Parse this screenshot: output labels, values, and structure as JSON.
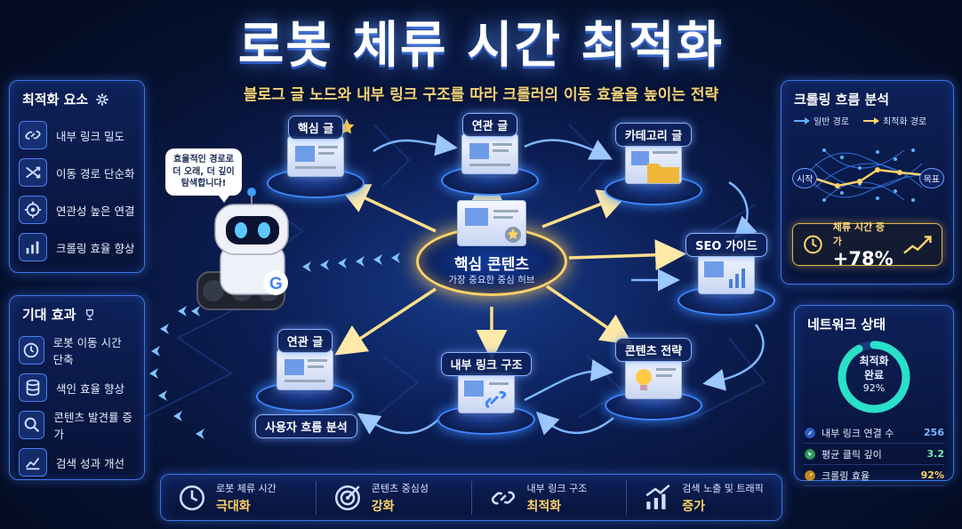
{
  "title": "로봇 체류 시간 최적화",
  "subtitle": "블로그 글 노드와 내부 링크 구조를 따라 크롤러의 이동 효율을 높이는 전략",
  "left_top_panel": {
    "title": "최적화 요소",
    "items": [
      {
        "label": "내부 링크 밀도",
        "icon": "link-icon"
      },
      {
        "label": "이동 경로 단순화",
        "icon": "shuffle-icon"
      },
      {
        "label": "연관성 높은 연결",
        "icon": "target-icon"
      },
      {
        "label": "크롤링 효율 향상",
        "icon": "bar-chart-icon"
      }
    ]
  },
  "left_bottom_panel": {
    "title": "기대 효과",
    "items": [
      {
        "label": "로봇 이동 시간 단축",
        "icon": "clock-icon"
      },
      {
        "label": "색인 효율 향상",
        "icon": "database-icon"
      },
      {
        "label": "콘텐츠 발견률 증가",
        "icon": "search-icon"
      },
      {
        "label": "검색 성과 개선",
        "icon": "line-chart-icon"
      }
    ]
  },
  "robot_bubble": "효율적인 경로로 더 오래, 더 깊이 탐색합니다!",
  "hub": {
    "title": "핵심 콘텐츠",
    "subtitle": "가장 중요한 중심 허브"
  },
  "nodes": [
    {
      "id": "core",
      "label": "핵심 글"
    },
    {
      "id": "related-top",
      "label": "연관 글"
    },
    {
      "id": "category",
      "label": "카테고리 글"
    },
    {
      "id": "seo",
      "label": "SEO 가이드"
    },
    {
      "id": "strategy",
      "label": "콘텐츠 전략"
    },
    {
      "id": "internal",
      "label": "내부 링크 구조"
    },
    {
      "id": "related-bottom",
      "label": "연관 글"
    },
    {
      "id": "user-flow",
      "label": "사용자 흐름 분석"
    }
  ],
  "crawl_panel": {
    "title": "크롤링 흐름 분석",
    "legend_normal": "일반 경로",
    "legend_optimized": "최적화 경로",
    "start_label": "시작",
    "goal_label": "목표",
    "increase_label": "체류 시간 증가",
    "increase_value": "+78%"
  },
  "network_panel": {
    "title": "네트워크 상태",
    "gauge_label_1": "최적화",
    "gauge_label_2": "완료",
    "gauge_value": "92%",
    "gauge_fraction": 0.92,
    "metrics": [
      {
        "label": "내부 링크 연결 수",
        "value": "256"
      },
      {
        "label": "평균 클릭 깊이",
        "value": "3.2"
      },
      {
        "label": "크롤링 효율",
        "value": "92%"
      }
    ]
  },
  "bottom_bar": [
    {
      "top": "로봇 체류 시간",
      "bottom": "극대화"
    },
    {
      "top": "콘텐츠 중심성",
      "bottom": "강화"
    },
    {
      "top": "내부 링크 구조",
      "bottom": "최적화"
    },
    {
      "top": "검색 노출 및 트래픽",
      "bottom": "증가"
    }
  ],
  "colors": {
    "accent_blue": "#3f86ff",
    "accent_gold": "#ffd36a",
    "panel_border": "#3f74e6",
    "gauge_cyan": "#29e0c8"
  }
}
